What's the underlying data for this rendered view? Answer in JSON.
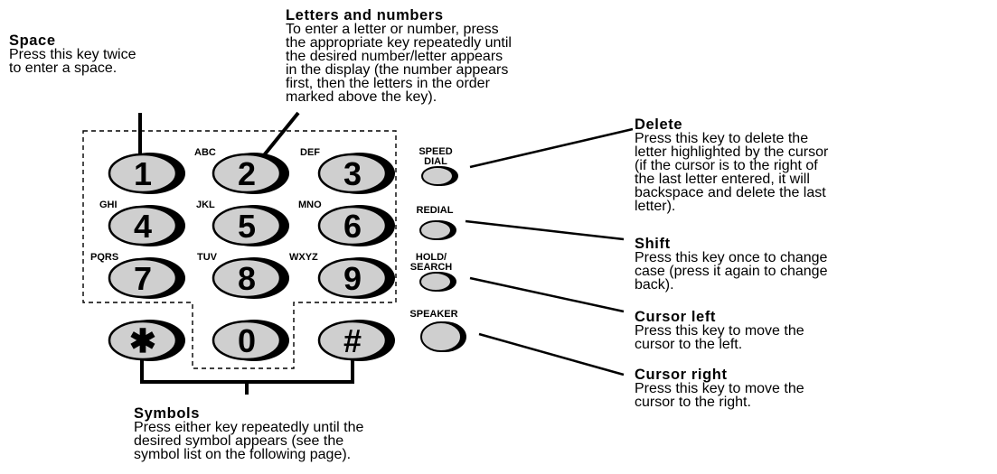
{
  "annotations": {
    "space": {
      "heading": "Space",
      "body": "Press this key twice\nto enter a space."
    },
    "letters": {
      "heading": "Letters and numbers",
      "body": "To enter a letter or number, press\nthe appropriate key repeatedly until\nthe desired number/letter appears\nin the display (the number appears\nfirst, then the letters in the order\nmarked above the key)."
    },
    "delete": {
      "heading": "Delete",
      "body": "Press this key to delete the\nletter highlighted by the cursor\n(if the cursor is to the right of\nthe last letter entered, it will\nbackspace and delete the last\nletter)."
    },
    "shift": {
      "heading": "Shift",
      "body": "Press this key once to change\ncase (press it again to change\nback)."
    },
    "cursor_left": {
      "heading": "Cursor left",
      "body": "Press this key to move the\ncursor to the left."
    },
    "cursor_right": {
      "heading": "Cursor right",
      "body": "Press this key to move the\ncursor to the right."
    },
    "symbols": {
      "heading": "Symbols",
      "body": "Press either key repeatedly until the\ndesired symbol appears (see the\nsymbol list on the following page)."
    }
  },
  "keypad": {
    "keys": [
      {
        "id": "1",
        "label": "1",
        "letters": ""
      },
      {
        "id": "2",
        "label": "2",
        "letters": "ABC"
      },
      {
        "id": "3",
        "label": "3",
        "letters": "DEF"
      },
      {
        "id": "4",
        "label": "4",
        "letters": "GHI"
      },
      {
        "id": "5",
        "label": "5",
        "letters": "JKL"
      },
      {
        "id": "6",
        "label": "6",
        "letters": "MNO"
      },
      {
        "id": "7",
        "label": "7",
        "letters": "PQRS"
      },
      {
        "id": "8",
        "label": "8",
        "letters": "TUV"
      },
      {
        "id": "9",
        "label": "9",
        "letters": "WXYZ"
      },
      {
        "id": "star",
        "label": "✱",
        "letters": ""
      },
      {
        "id": "0",
        "label": "0",
        "letters": ""
      },
      {
        "id": "hash",
        "label": "#",
        "letters": ""
      }
    ]
  },
  "function_keys": {
    "speed_dial": "SPEED\nDIAL",
    "redial": "REDIAL",
    "hold_search": "HOLD/\nSEARCH",
    "speaker": "SPEAKER"
  }
}
